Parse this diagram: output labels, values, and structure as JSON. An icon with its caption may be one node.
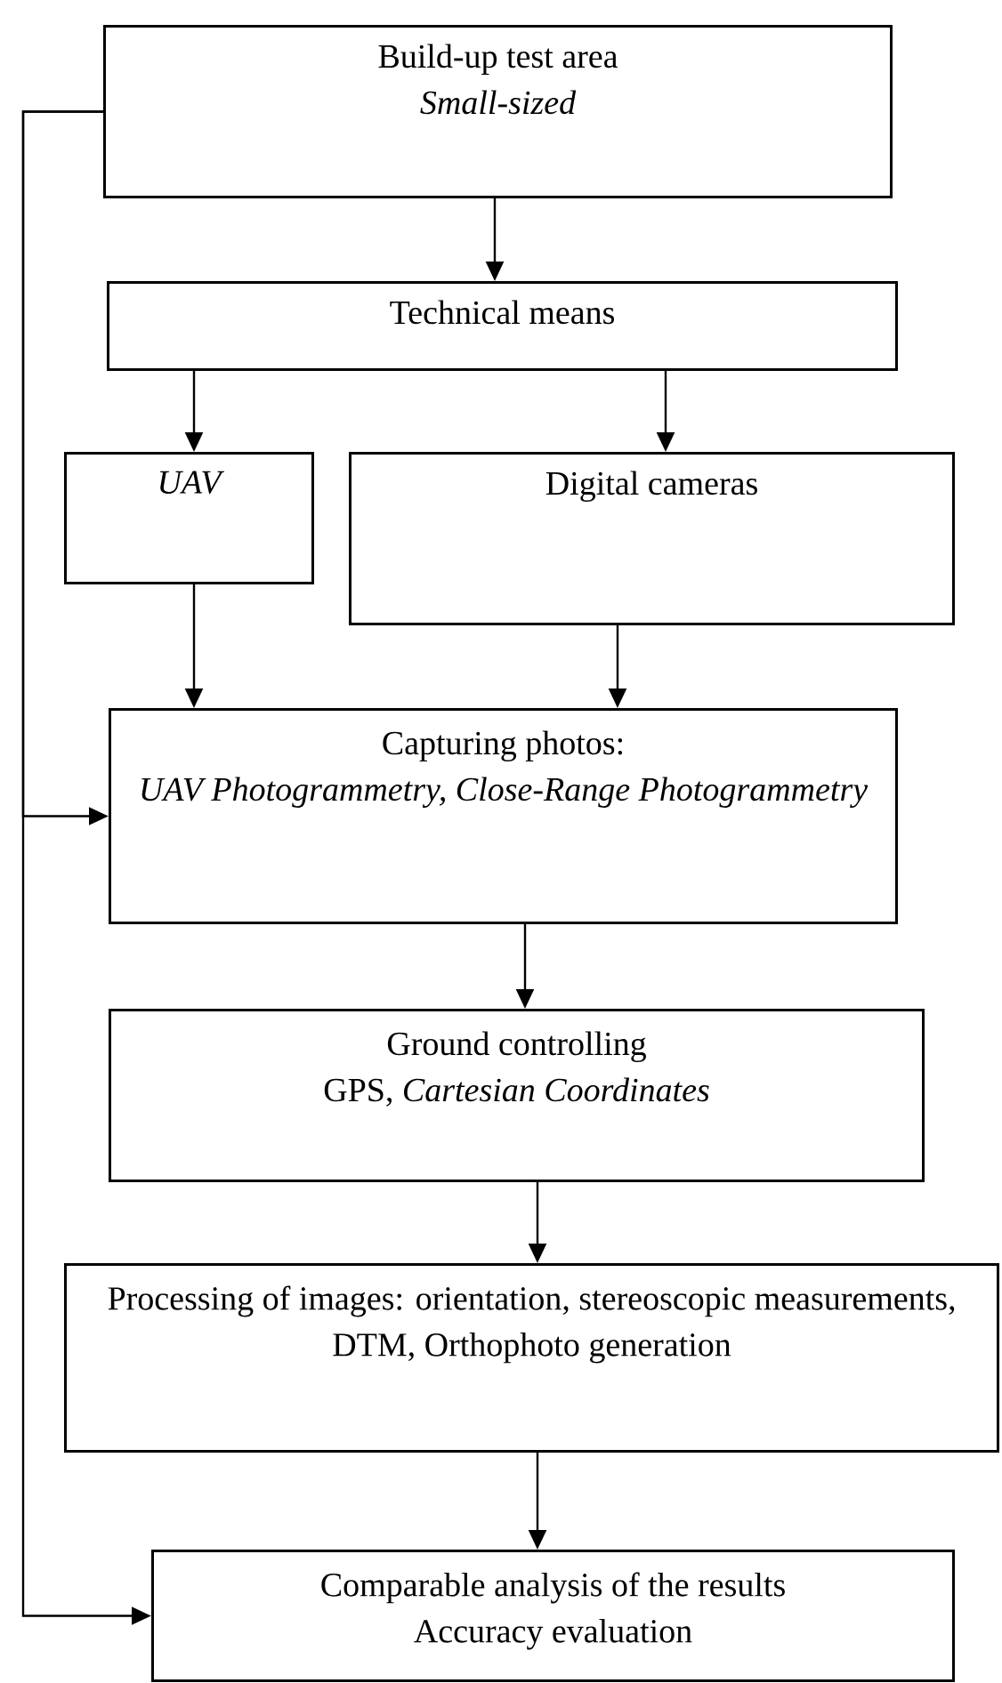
{
  "diagram": {
    "nodes": [
      {
        "text": [
          "Build-up test area",
          "Small-sized"
        ]
      },
      {
        "text": [
          "Technical means"
        ]
      },
      {
        "text": [
          "UAV"
        ]
      },
      {
        "text": [
          "Digital cameras"
        ]
      },
      {
        "text": [
          "Capturing photos:",
          "UAV Photogrammetry, Close-Range Photogrammetry"
        ]
      },
      {
        "text": [
          "Ground controlling",
          "GPS, *Cartesian Coordinates*"
        ]
      },
      {
        "text": [
          "Processing of images: orientation, stereoscopic measurements, DTM, Orthophoto generation"
        ]
      },
      {
        "text": [
          "Comparable analysis of the results",
          "Accuracy evaluation"
        ]
      }
    ],
    "edges": [
      {
        "from": 0,
        "to": 1,
        "arrow": "to"
      },
      {
        "from": 1,
        "to": 2,
        "arrow": "to"
      },
      {
        "from": 1,
        "to": 3,
        "arrow": "to"
      },
      {
        "from": 2,
        "to": 4,
        "arrow": "to"
      },
      {
        "from": 3,
        "to": 4,
        "arrow": "to"
      },
      {
        "from": 4,
        "to": 5,
        "arrow": "to"
      },
      {
        "from": 5,
        "to": 6,
        "arrow": "to"
      },
      {
        "from": 6,
        "to": 7,
        "arrow": "to"
      },
      {
        "from": 0,
        "to": 4,
        "arrow": "to"
      },
      {
        "from": 0,
        "to": 7,
        "arrow": "to"
      }
    ]
  }
}
